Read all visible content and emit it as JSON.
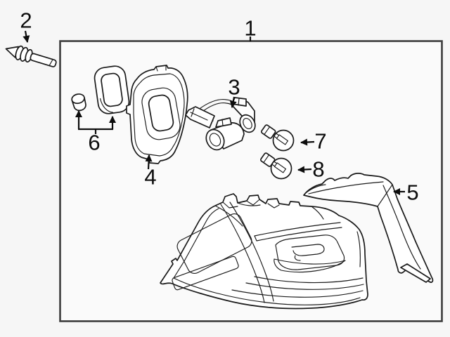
{
  "diagram": {
    "type": "exploded-parts-diagram",
    "subject": "tail-lamp-assembly",
    "callouts": [
      {
        "id": "tail-lamp-assembly",
        "label": "1"
      },
      {
        "id": "mounting-screw",
        "label": "2"
      },
      {
        "id": "bulb-socket-harness",
        "label": "3"
      },
      {
        "id": "lamp-housing-bracket",
        "label": "4"
      },
      {
        "id": "side-trim-finisher",
        "label": "5"
      },
      {
        "id": "seal-and-clip-set",
        "label": "6"
      },
      {
        "id": "bulb-upper",
        "label": "7"
      },
      {
        "id": "bulb-lower",
        "label": "8"
      }
    ],
    "colors": {
      "background": "#f6f6f6",
      "box_fill": "#fafafa",
      "box_frame": "#3d3d3d",
      "line": "#1a1a1a",
      "part_fill": "#ffffff",
      "text": "#0d0d0d"
    }
  }
}
